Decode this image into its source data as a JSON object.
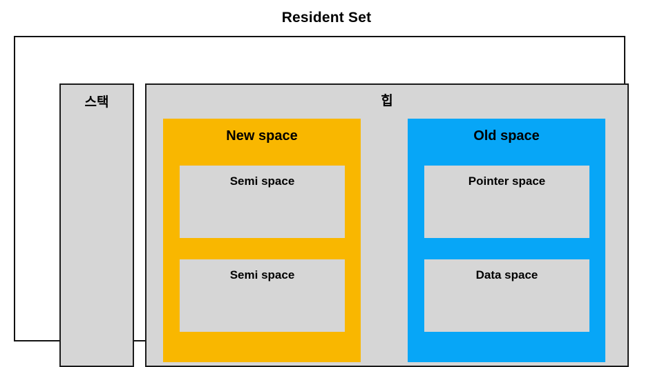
{
  "diagram": {
    "title": "Resident Set",
    "colors": {
      "new_space": "#f9b700",
      "old_space": "#07a6f7",
      "neutral_gray": "#d6d6d6",
      "frame_border": "#111111",
      "text": "#000000",
      "background": "#ffffff"
    },
    "stack": {
      "label": "스택"
    },
    "heap": {
      "label": "힙",
      "generations": [
        {
          "key": "new-space",
          "title": "New space",
          "color": "#f9b700",
          "sub_spaces": [
            {
              "key": "semi-space-top",
              "label": "Semi space"
            },
            {
              "key": "semi-space-bottom",
              "label": "Semi space"
            }
          ]
        },
        {
          "key": "old-space",
          "title": "Old space",
          "color": "#07a6f7",
          "sub_spaces": [
            {
              "key": "pointer-space",
              "label": "Pointer space"
            },
            {
              "key": "data-space",
              "label": "Data space"
            }
          ]
        }
      ]
    }
  }
}
